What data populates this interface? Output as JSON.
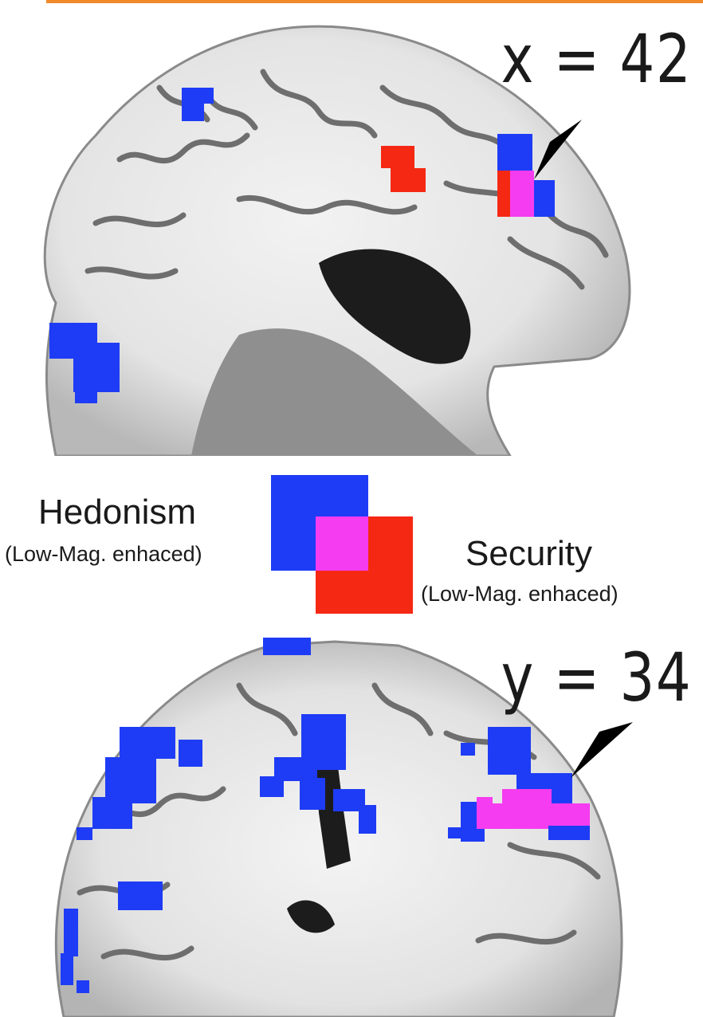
{
  "figure": {
    "sagittal": {
      "coordinate_label": "x = 42"
    },
    "coronal": {
      "coordinate_label": "y = 34"
    }
  },
  "legend": {
    "hedonism": {
      "label": "Hedonism",
      "sublabel": "(Low-Mag. enhaced)",
      "color": "#1e3cf5"
    },
    "security": {
      "label": "Security",
      "sublabel": "(Low-Mag. enhaced)",
      "color": "#f52814"
    },
    "overlap": {
      "color": "#f53cf0"
    }
  },
  "colors": {
    "accent_rule": "#f08a2a",
    "arrowhead": "#000000",
    "brain_background": "#d8d8d8"
  }
}
